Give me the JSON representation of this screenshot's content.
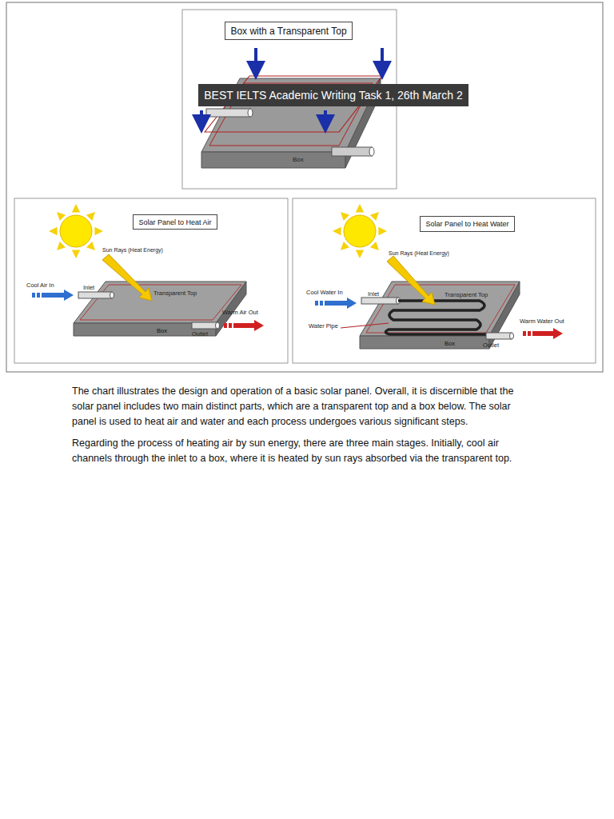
{
  "diagram": {
    "nodes": [
      {
        "text": [
          "Box with a Transparent Top"
        ]
      },
      {
        "text": [
          "BEST IELTS Academic Writing Task 1, 26th March 2"
        ]
      },
      {
        "text": [
          "Solar Panel to Heat Air"
        ]
      },
      {
        "text": [
          "Solar Panel to Heat Water"
        ]
      }
    ],
    "labels": [
      "Box",
      "Sun Rays (Heat Energy)",
      "Cool Air In",
      "Inlet",
      "Transparent Top",
      "Warm Air Out",
      "Box",
      "Outlet",
      "Sun Rays (Heat Energy)",
      "Cool Water In",
      "Inlet",
      "Transparent Top",
      "Water Pipe",
      "Warm Water Out",
      "Box",
      "Outlet",
      "The chart illustrates the design and operation of a basic solar panel. Overall, it is discernible that the solar panel includes two main distinct parts, which are a transparent top and a box below. The solar panel is used to heat air and water and each process undergoes various significant steps.",
      "Regarding the process of heating air by sun energy, there are three main stages. Initially, cool air channels through the inlet to a box, where it is heated by sun rays absorbed via the transparent top."
    ]
  }
}
